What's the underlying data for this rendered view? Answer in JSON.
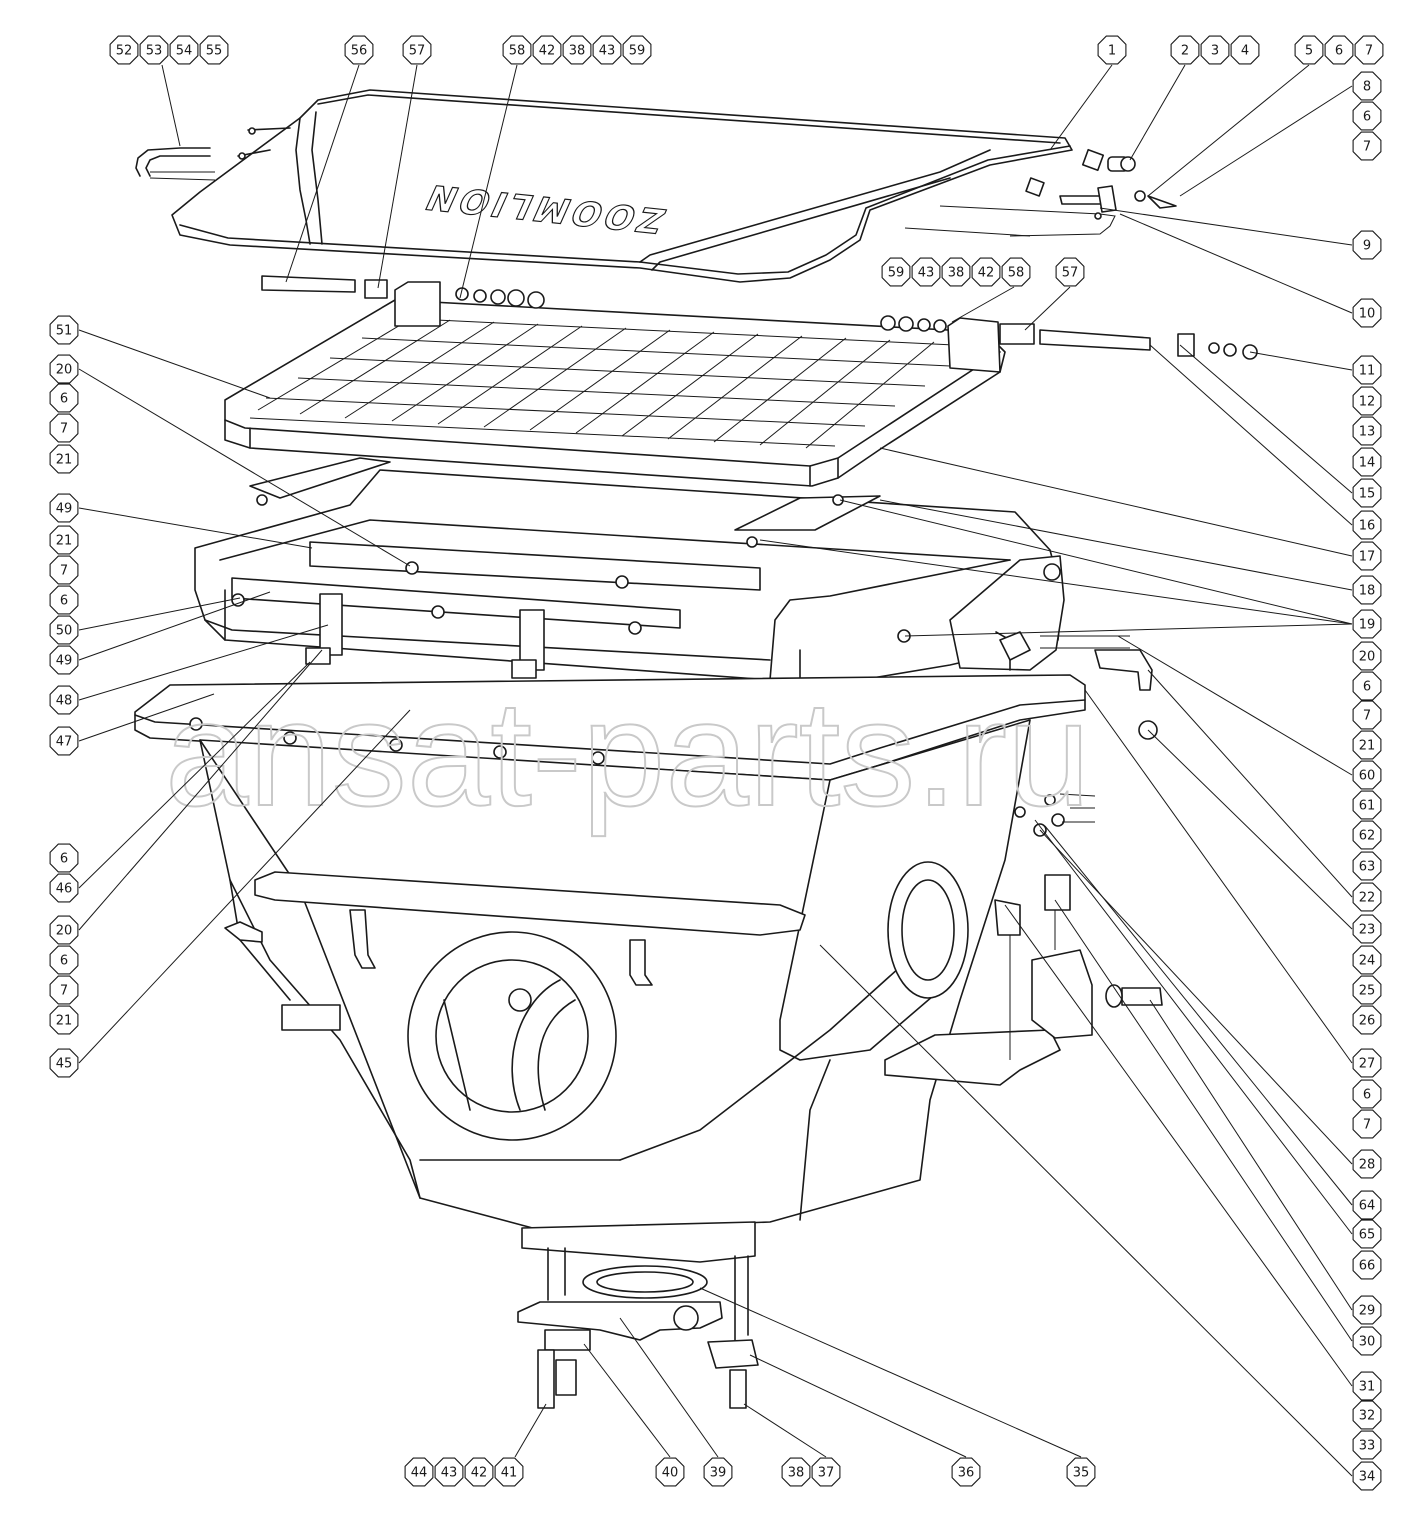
{
  "watermark": "ansat-parts.ru",
  "logo": "ZOOMLION",
  "callout_groups": [
    [
      "52",
      "53",
      "54",
      "55"
    ],
    [
      "56"
    ],
    [
      "57"
    ],
    [
      "58",
      "42",
      "38",
      "43",
      "59"
    ],
    [
      "1"
    ],
    [
      "2",
      "3",
      "4"
    ],
    [
      "5",
      "6",
      "7"
    ],
    [
      "59",
      "43",
      "38",
      "42",
      "58"
    ],
    [
      "57"
    ],
    [
      "44",
      "43",
      "42",
      "41"
    ],
    [
      "40"
    ],
    [
      "39"
    ],
    [
      "38",
      "37"
    ],
    [
      "36"
    ],
    [
      "35"
    ]
  ],
  "left_column": [
    "51",
    "20",
    "6",
    "7",
    "21",
    "49",
    "21",
    "7",
    "6",
    "50",
    "49",
    "48",
    "47",
    "6",
    "46",
    "20",
    "6",
    "7",
    "21",
    "45"
  ],
  "right_column": [
    "8",
    "6",
    "7",
    "9",
    "10",
    "11",
    "12",
    "13",
    "14",
    "15",
    "16",
    "17",
    "18",
    "19",
    "20",
    "6",
    "7",
    "21",
    "60",
    "61",
    "62",
    "63",
    "22",
    "23",
    "24",
    "25",
    "26",
    "27",
    "6",
    "7",
    "28",
    "64",
    "65",
    "66",
    "29",
    "30",
    "31",
    "32",
    "33",
    "34"
  ]
}
